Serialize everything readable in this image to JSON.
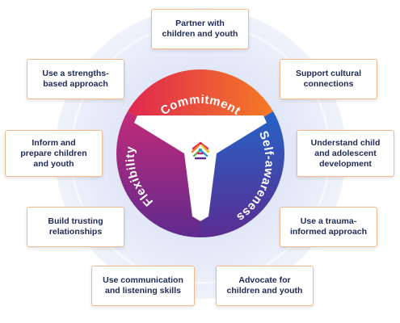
{
  "segments": [
    {
      "label": "Commitment",
      "color_start": "#e0274f",
      "color_end": "#f47b25"
    },
    {
      "label": "Self-awareness",
      "color_start": "#1f5fb5",
      "color_end": "#5b2c91"
    },
    {
      "label": "Flexibility",
      "color_start": "#c42a78",
      "color_end": "#6a2a8e"
    }
  ],
  "boxes": [
    "Partner with\nchildren and youth",
    "Support cultural\nconnections",
    "Understand child\nand adolescent\ndevelopment",
    "Use a trauma-\ninformed approach",
    "Advocate for\nchildren and youth",
    "Use communication\nand listening skills",
    "Build trusting\nrelationships",
    "Inform and\nprepare children\nand youth",
    "Use a strengths-\nbased approach"
  ],
  "colors": {
    "text": "#1f2a55",
    "box_border": "#f2b98c",
    "halo": "#dbe2f3",
    "center_logo": "multicolor-weave-logo"
  }
}
